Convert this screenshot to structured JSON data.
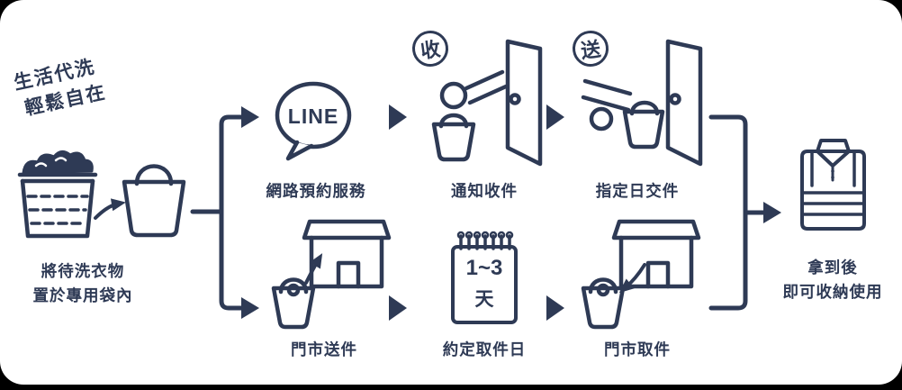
{
  "colors": {
    "ink": "#2e3a55",
    "background": "#ffffff",
    "frame": "#000000"
  },
  "tagline": {
    "line1": "生活代洗",
    "line2": "輕鬆自在"
  },
  "prepare_step": {
    "label_line1": "將待洗衣物",
    "label_line2": "置於專用袋內"
  },
  "online_path": {
    "reserve": {
      "icon_text": "LINE",
      "label": "網路預約服務"
    },
    "pickup_notify": {
      "badge": "收",
      "label": "通知收件"
    },
    "scheduled_delivery": {
      "badge": "送",
      "label": "指定日交件"
    }
  },
  "store_path": {
    "dropoff": {
      "label": "門市送件"
    },
    "pickup_date": {
      "calendar_line1": "1~3",
      "calendar_line2": "天",
      "label": "約定取件日"
    },
    "pickup": {
      "label": "門市取件"
    }
  },
  "final_step": {
    "label_line1": "拿到後",
    "label_line2": "即可收納使用"
  }
}
